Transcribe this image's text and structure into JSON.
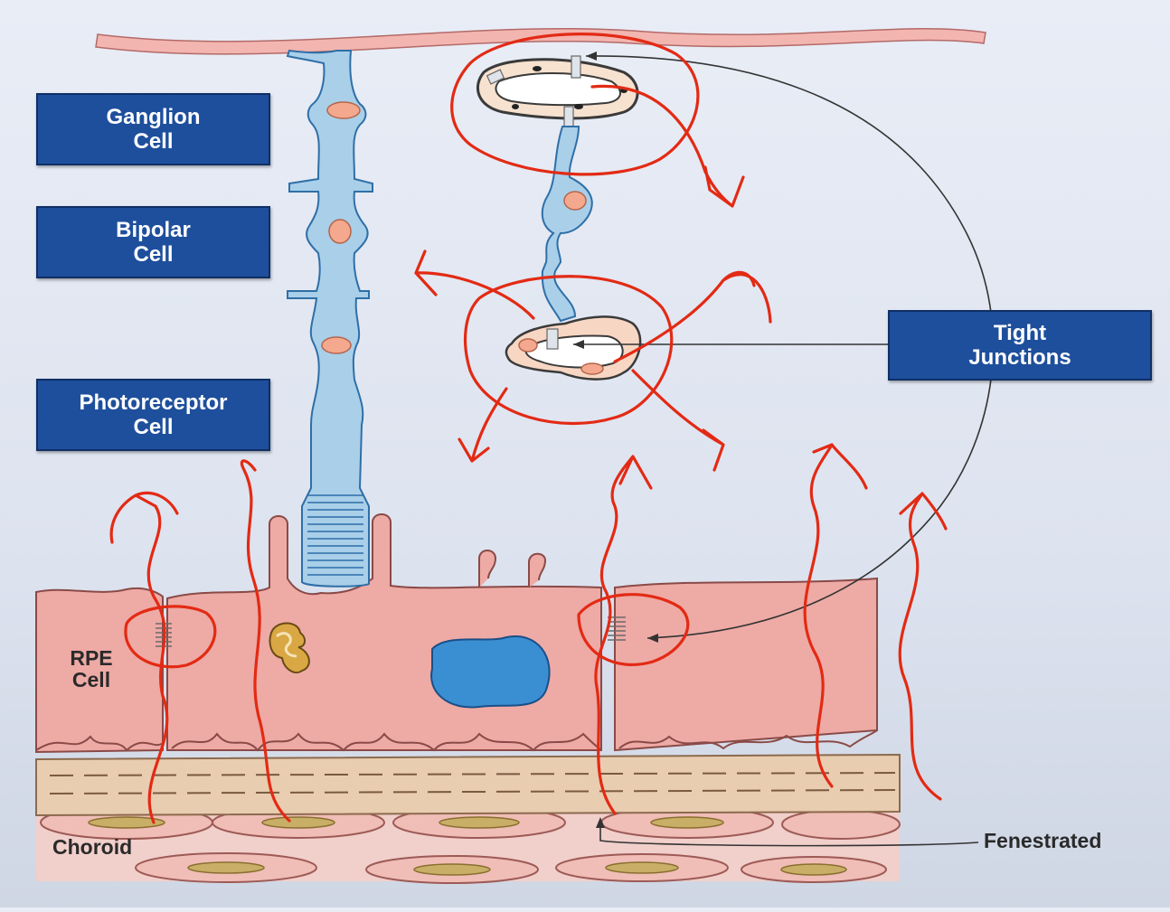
{
  "labels": {
    "ganglion": [
      "Ganglion",
      "Cell"
    ],
    "bipolar": [
      "Bipolar",
      "Cell"
    ],
    "photoreceptor": [
      "Photoreceptor",
      "Cell"
    ],
    "tight_junctions": [
      "Tight",
      "Junctions"
    ],
    "rpe": [
      "RPE",
      "Cell"
    ],
    "choroid": "Choroid",
    "fenestrated": "Fenestrated"
  },
  "colors": {
    "label_box": "#1e4f9c",
    "retina_band": "#f3b5b0",
    "neuron": "#a9cfe9",
    "rpe_layer": "#eeaaa5",
    "nucleus": "#3a8fd2",
    "bruch_membrane": "#e9cdb0",
    "capillary_cell": "#c8ae66",
    "annotation": "#e32a14"
  }
}
